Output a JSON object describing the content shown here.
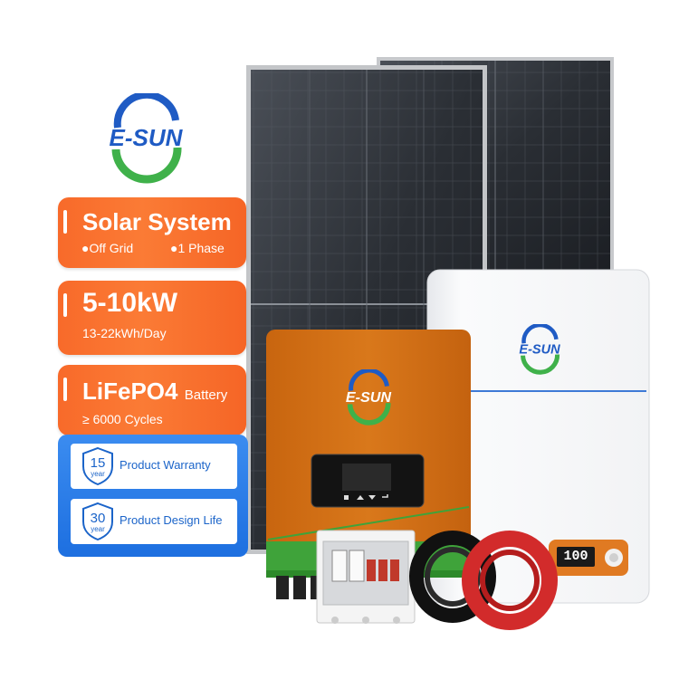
{
  "brand": {
    "name": "E-SUN"
  },
  "cards": [
    {
      "heading": "Solar System",
      "sub_left": "●Off Grid",
      "sub_right": "●1 Phase"
    },
    {
      "heading": "5-10kW",
      "sub": "13-22kWh/Day"
    },
    {
      "heading": "LiFePO4",
      "heading_suffix": "Battery",
      "sub": "≥ 6000 Cycles"
    }
  ],
  "warranty": [
    {
      "years": "15",
      "unit": "year",
      "label": "Product Warranty"
    },
    {
      "years": "30",
      "unit": "year",
      "label": "Product Design Life"
    }
  ],
  "battery_display": {
    "value": "100"
  },
  "colors": {
    "card_orange": "#f86a2a",
    "blue_box": "#1d6fe0",
    "inverter_body": "#d9761a",
    "inverter_base": "#3fa33a",
    "logo_blue": "#1f5bc4",
    "logo_green": "#3fb14a"
  }
}
